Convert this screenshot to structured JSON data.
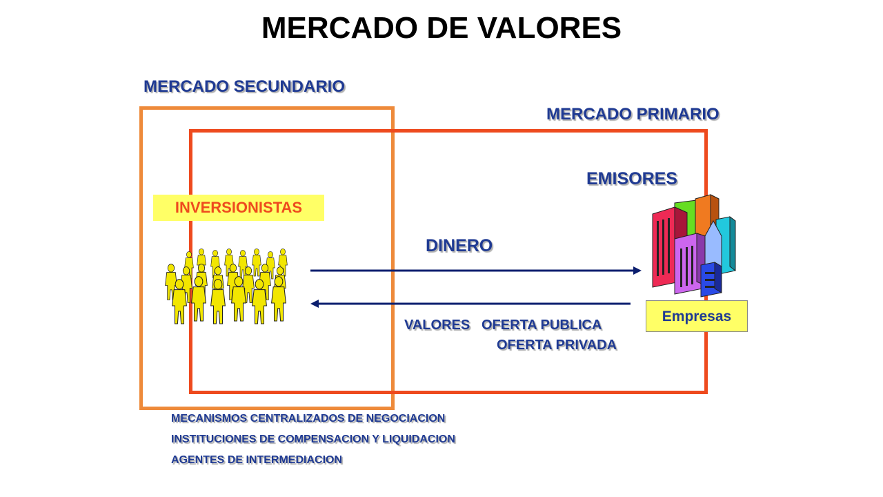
{
  "title": "MERCADO DE VALORES",
  "secondary_market": "MERCADO SECUNDARIO",
  "primary_market": "MERCADO PRIMARIO",
  "issuers": "EMISORES",
  "investors": "INVERSIONISTAS",
  "money": "DINERO",
  "securities": "VALORES",
  "public_offer": "OFERTA PUBLICA",
  "private_offer": "OFERTA PRIVADA",
  "companies": "Empresas",
  "footer_items": [
    "MECANISMOS CENTRALIZADOS DE NEGOCIACION",
    "INSTITUCIONES DE COMPENSACION Y LIQUIDACION",
    "AGENTES DE INTERMEDIACION"
  ],
  "colors": {
    "secondary_box": "#ee8a3a",
    "primary_box": "#ee4a1e",
    "label_blue": "#1f3a93",
    "badge_fill": "#ffff66",
    "arrow": "#0b1e6e",
    "people": "#f2e600"
  },
  "icons": [
    "crowd-of-people-icon",
    "office-buildings-icon"
  ]
}
